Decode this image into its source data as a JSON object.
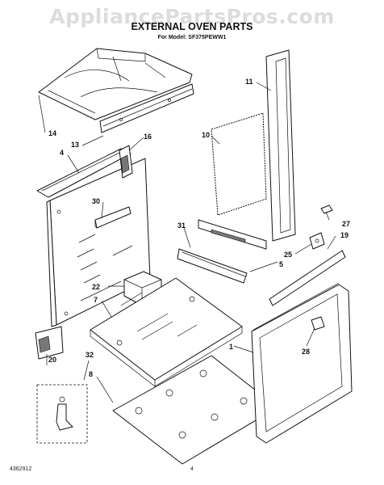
{
  "watermark": "AppliancePartsPros.com",
  "title": "EXTERNAL OVEN PARTS",
  "subtitle": "For Model: SF375PEWW1",
  "footer": {
    "left": "4362912",
    "page": "4"
  },
  "callouts": {
    "c1": "1",
    "c4": "4",
    "c5": "5",
    "c7": "7",
    "c8": "8",
    "c10": "10",
    "c11": "11",
    "c13": "13",
    "c14": "14",
    "c16": "16",
    "c19": "19",
    "c20": "20",
    "c22": "22",
    "c25": "25",
    "c27": "27",
    "c28": "28",
    "c30": "30",
    "c31": "31",
    "c32": "32"
  }
}
